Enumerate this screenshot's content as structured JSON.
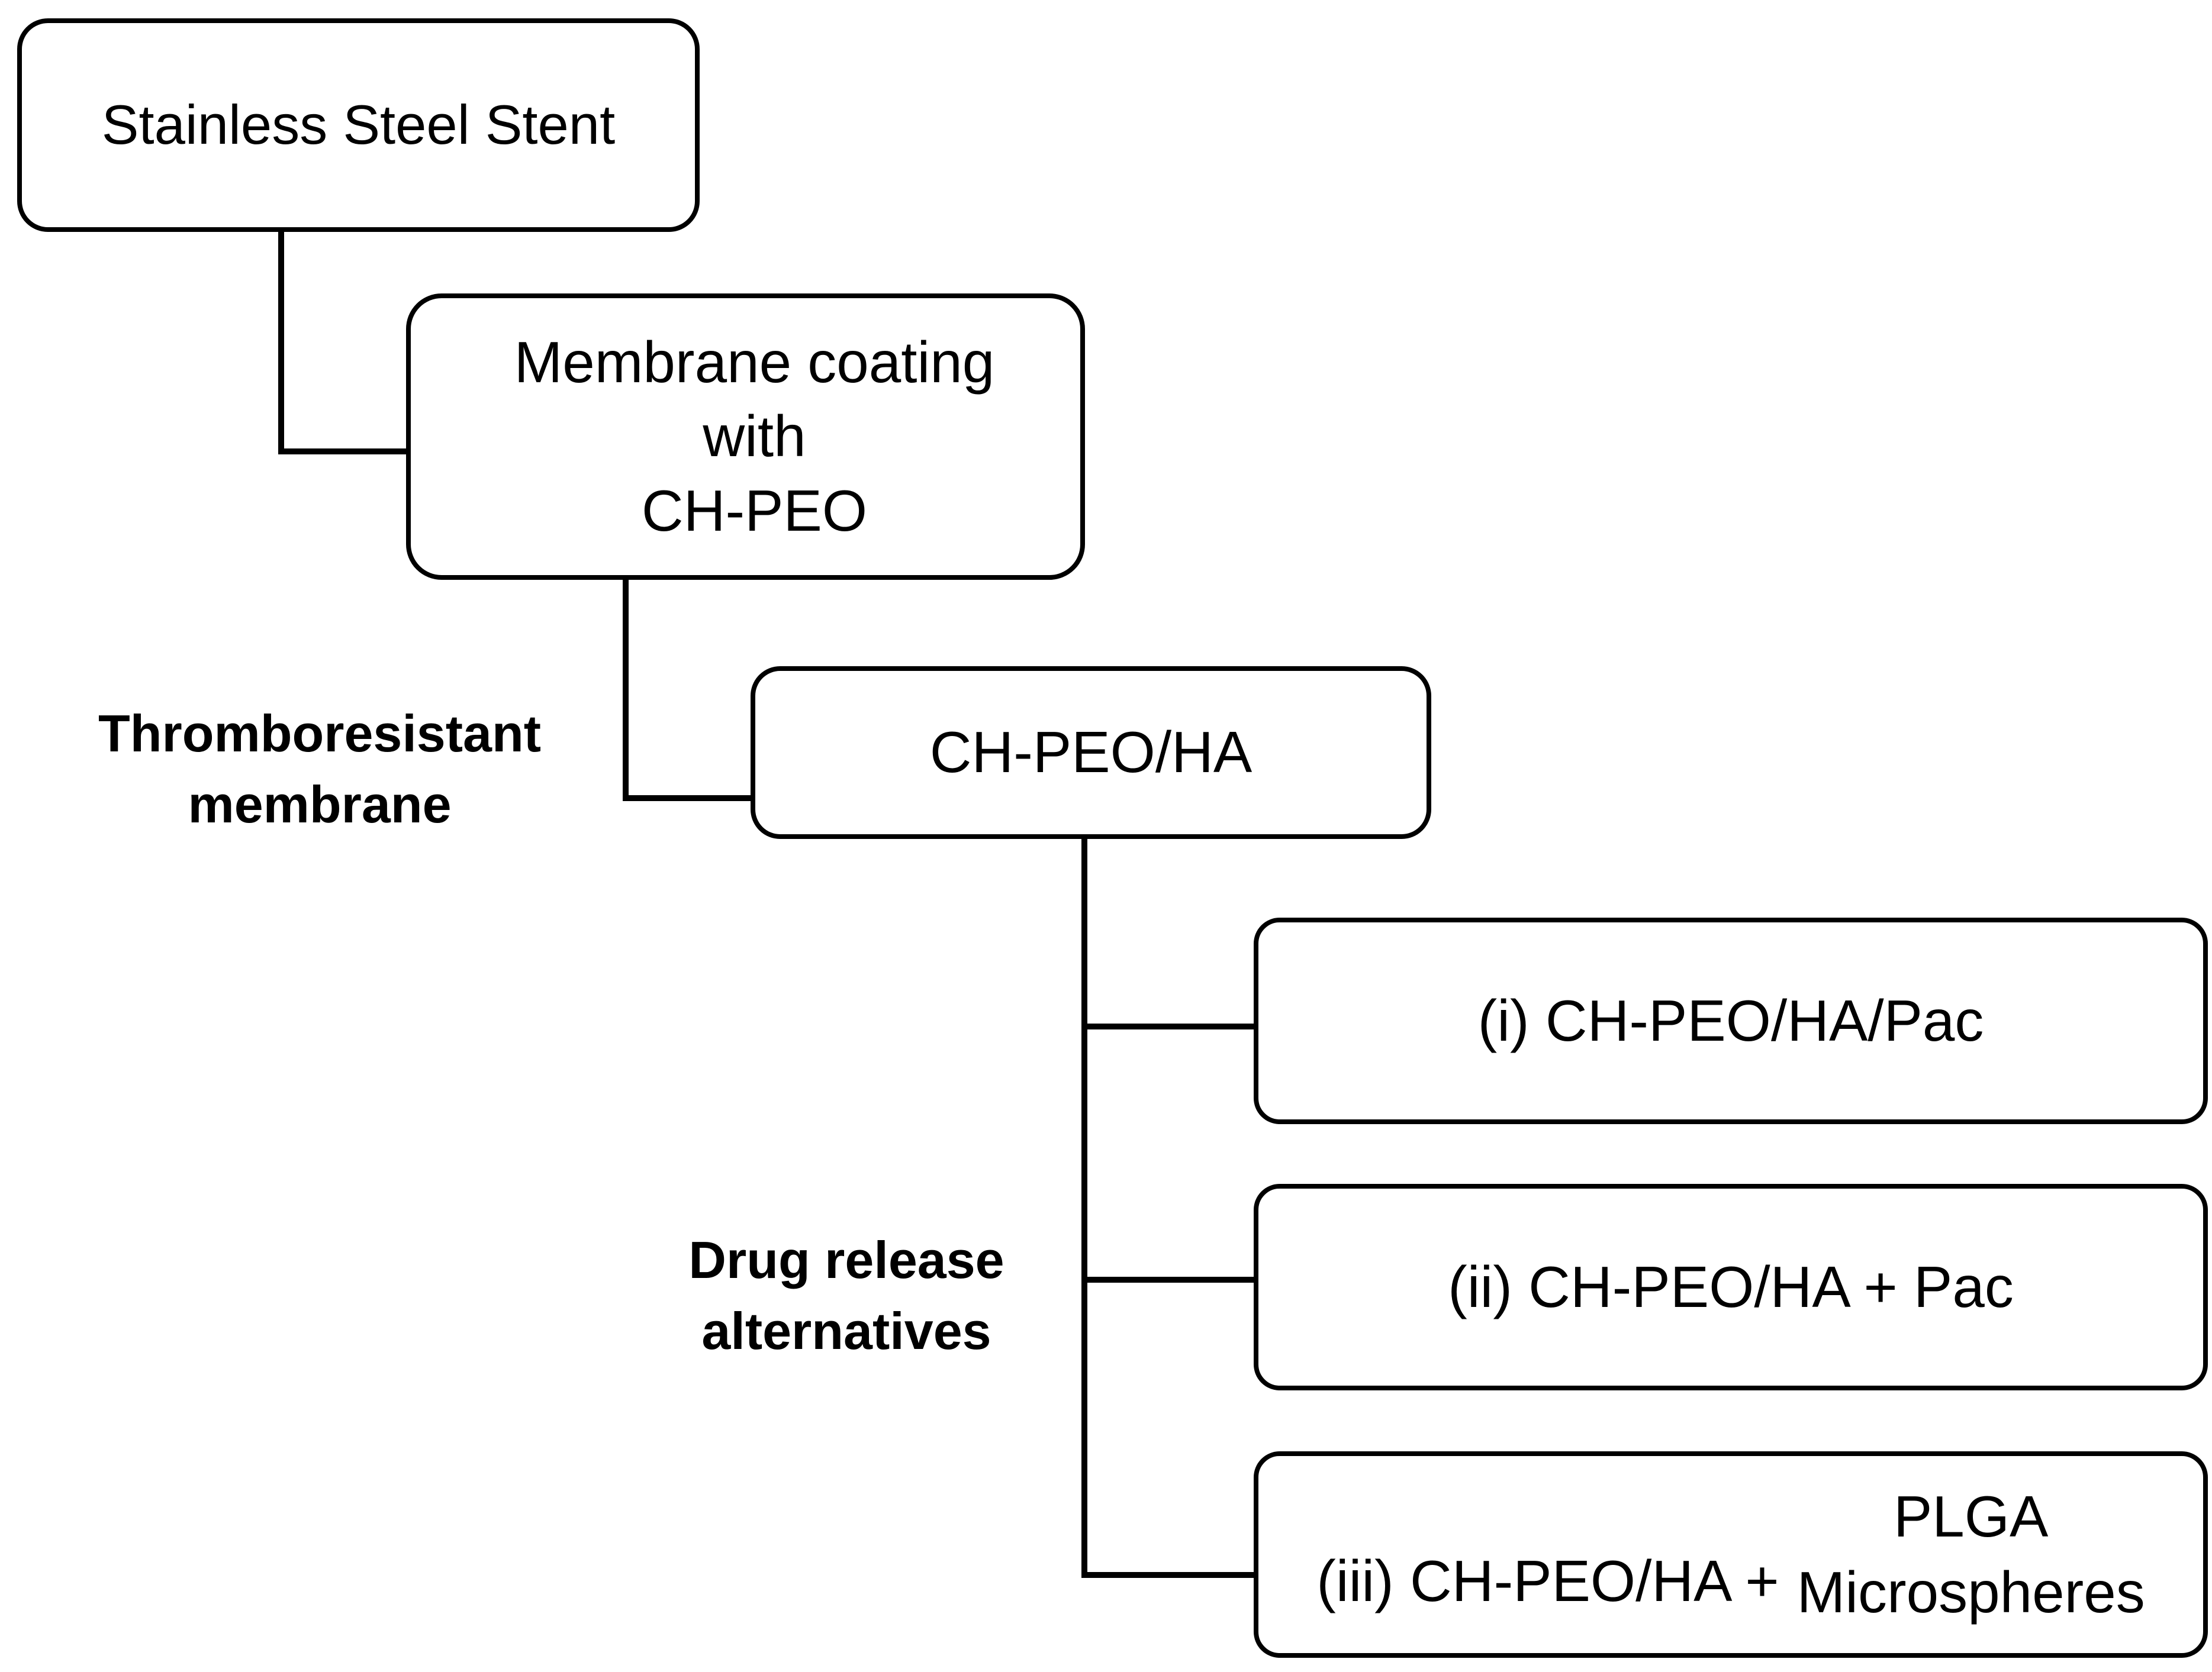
{
  "diagram": {
    "nodes": {
      "stent": {
        "label": "Stainless Steel Stent"
      },
      "membrane": {
        "lines": [
          "Membrane coating",
          "with",
          "CH-PEO"
        ]
      },
      "chpeoha": {
        "label": "CH-PEO/HA"
      },
      "alt1": {
        "label": "(i) CH-PEO/HA/Pac"
      },
      "alt2": {
        "label": "(ii) CH-PEO/HA + Pac"
      },
      "alt3": {
        "prefix": "(iii) CH-PEO/HA +",
        "stack": [
          "PLGA",
          "Microspheres"
        ]
      }
    },
    "labels": {
      "thromboresistant": [
        "Thromboresistant",
        "membrane"
      ],
      "drug_release": [
        "Drug release",
        "alternatives"
      ]
    },
    "edges": [
      {
        "from": "stent",
        "to": "membrane"
      },
      {
        "from": "membrane",
        "to": "chpeoha"
      },
      {
        "from": "chpeoha",
        "to": "alt1"
      },
      {
        "from": "chpeoha",
        "to": "alt2"
      },
      {
        "from": "chpeoha",
        "to": "alt3"
      }
    ]
  }
}
